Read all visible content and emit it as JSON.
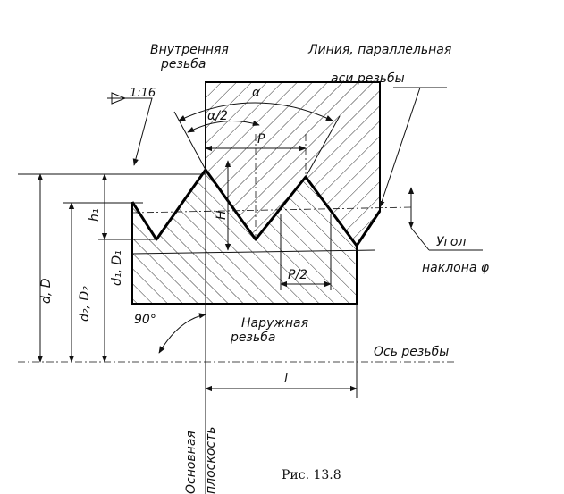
{
  "labels": {
    "internal_thread_line1": "Внутренняя",
    "internal_thread_line2": "резьба",
    "parallel_line_line1": "Линия, параллельная",
    "parallel_line_line2": "аси резьбы",
    "taper": "1:16",
    "alpha": "α",
    "alpha_half": "α/2",
    "pitch": "P",
    "half_pitch": "P/2",
    "h1": "h₁",
    "H": "H",
    "angle_line1": "Угол",
    "angle_line2": "наклона φ",
    "d_D": "d, D",
    "d2_D2": "d₂, D₂",
    "d1_D1": "d₁, D₁",
    "right_angle": "90°",
    "external_thread_line1": "Наружная",
    "external_thread_line2": "резьба",
    "axis": "Ось резьбы",
    "length": "l",
    "base_plane_line1": "Основная",
    "base_plane_line2": "плоскость",
    "caption": "Рис. 13.8"
  }
}
